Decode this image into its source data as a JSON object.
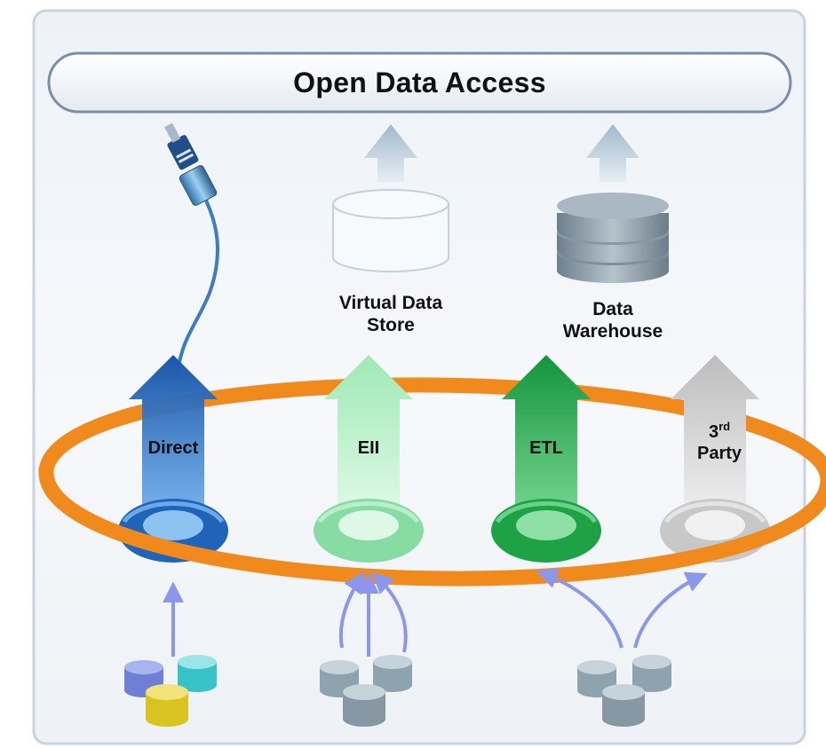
{
  "title": "Open Data Access",
  "approaches": [
    {
      "label": "Direct",
      "color": "#1f6fc4",
      "target": "Direct",
      "source_count": 3,
      "source_colors": [
        "#6f7fd6",
        "#37c3c8",
        "#e3cf2a"
      ]
    },
    {
      "label": "EII",
      "color": "#8ee0a8",
      "target": "Virtual Data Store",
      "source_count": 3,
      "source_colors": [
        "#8ea3ad",
        "#8ea3ad",
        "#8ea3ad"
      ]
    },
    {
      "label": "ETL",
      "color": "#23a84a",
      "target": "Data Warehouse",
      "source_count": 3,
      "source_colors": [
        "#8ea3ad",
        "#8ea3ad",
        "#8ea3ad"
      ]
    },
    {
      "label_main": "3",
      "label_sup": "rd",
      "label_second": "Party",
      "color": "#cfcfcf",
      "target": "Data Warehouse"
    }
  ],
  "stores": {
    "virtual": {
      "line1": "Virtual Data",
      "line2": "Store"
    },
    "warehouse": {
      "line1": "Data",
      "line2": "Warehouse"
    }
  },
  "colors": {
    "ring": "#f08a1c",
    "panel_border": "#c9d3df",
    "title_bar_border": "#7a8ea8",
    "up_arrow": "#b3c8d6",
    "source_arrow": "#8a97ea"
  },
  "icons": [
    "plug-cable-icon",
    "virtual-database-icon",
    "warehouse-database-icon",
    "database-stack-icon"
  ]
}
